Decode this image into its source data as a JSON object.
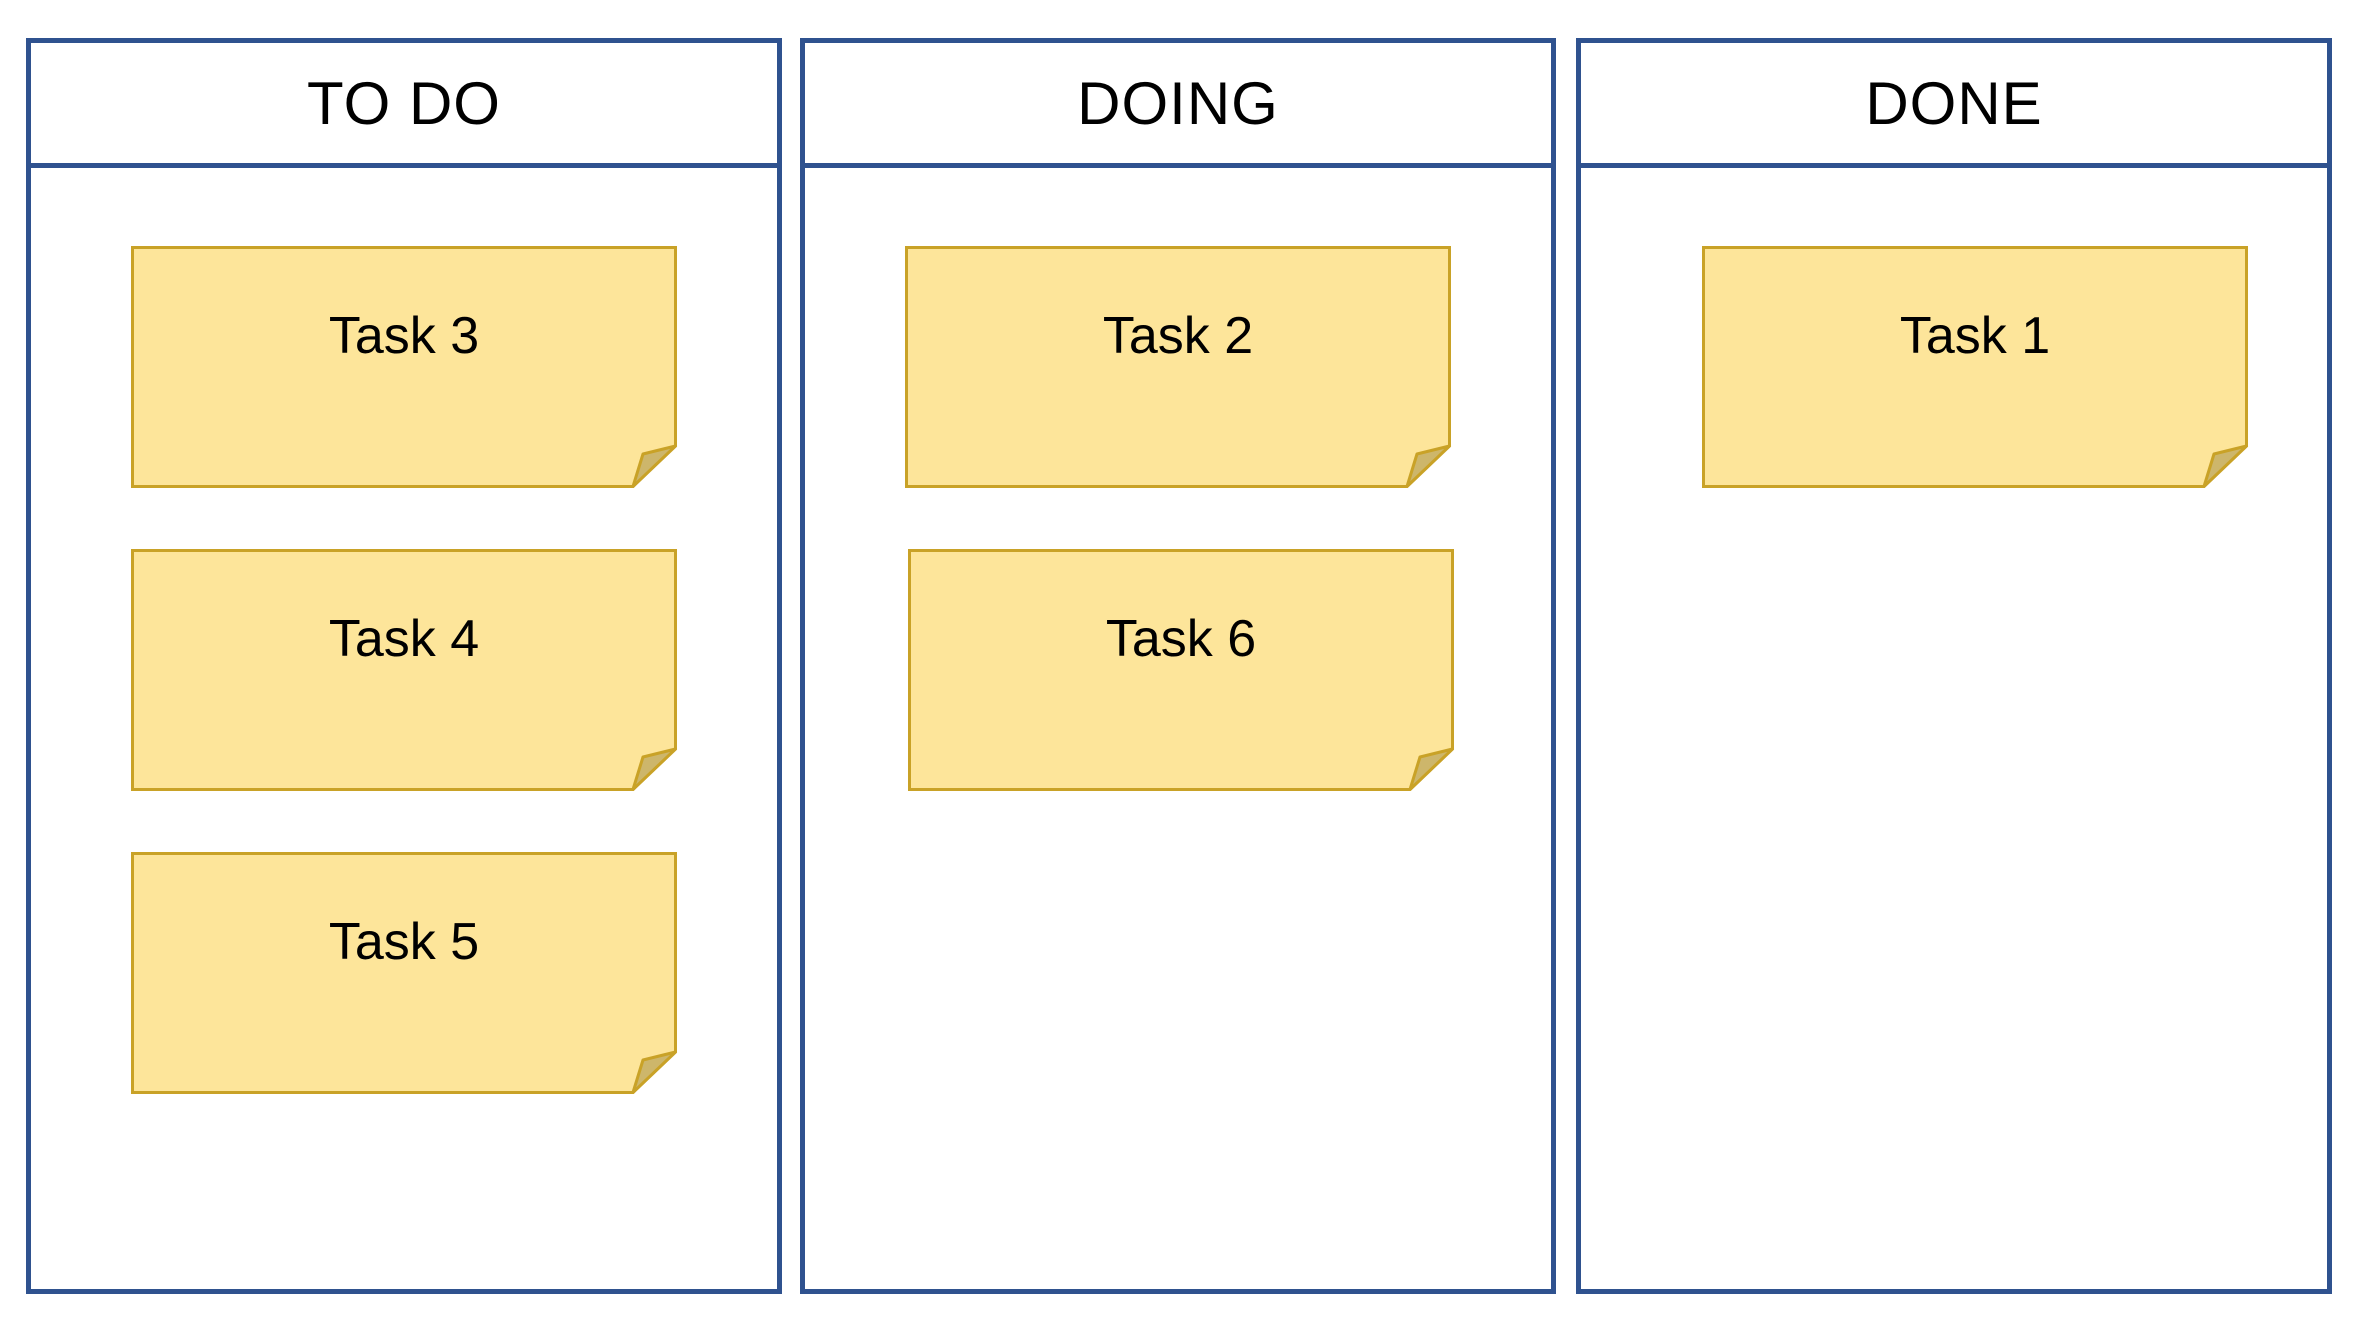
{
  "board": {
    "columns": [
      {
        "title": "TO DO",
        "cards": [
          {
            "label": "Task 3"
          },
          {
            "label": "Task 4"
          },
          {
            "label": "Task 5"
          }
        ]
      },
      {
        "title": "DOING",
        "cards": [
          {
            "label": "Task 2"
          },
          {
            "label": "Task 6"
          }
        ]
      },
      {
        "title": "DONE",
        "cards": [
          {
            "label": "Task 1"
          }
        ]
      }
    ]
  },
  "colors": {
    "column_border": "#2f528f",
    "note_fill": "#fde59a",
    "note_border": "#c9a227",
    "note_fold": "#cdb66b"
  }
}
